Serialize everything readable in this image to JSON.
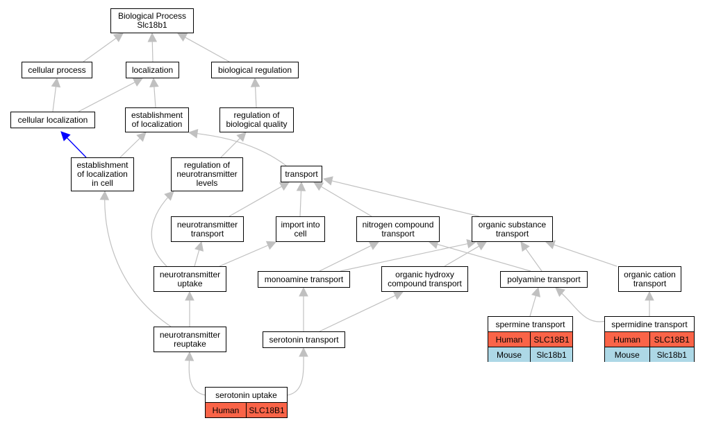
{
  "colors": {
    "edge": "#c0c0c0",
    "highlight_edge": "#0000ff",
    "human": "#fa6448",
    "mouse": "#add8e6"
  },
  "nodes": {
    "bp": [
      "Biological Process",
      "Slc18b1"
    ],
    "cellular_process": [
      "cellular process"
    ],
    "localization": [
      "localization"
    ],
    "biological_regulation": [
      "biological regulation"
    ],
    "cellular_localization": [
      "cellular localization"
    ],
    "establishment_of_localization": [
      "establishment",
      "of localization"
    ],
    "regulation_of_biological_quality": [
      "regulation of",
      "biological quality"
    ],
    "establishment_of_localization_in_cell": [
      "establishment",
      "of localization",
      "in cell"
    ],
    "regulation_of_neurotransmitter_levels": [
      "regulation of",
      "neurotransmitter",
      "levels"
    ],
    "transport": [
      "transport"
    ],
    "neurotransmitter_transport": [
      "neurotransmitter",
      "transport"
    ],
    "import_into_cell": [
      "import into",
      "cell"
    ],
    "nitrogen_compound_transport": [
      "nitrogen compound",
      "transport"
    ],
    "organic_substance_transport": [
      "organic substance",
      "transport"
    ],
    "neurotransmitter_uptake": [
      "neurotransmitter",
      "uptake"
    ],
    "monoamine_transport": [
      "monoamine transport"
    ],
    "organic_hydroxy_compound_transport": [
      "organic hydroxy",
      "compound transport"
    ],
    "polyamine_transport": [
      "polyamine transport"
    ],
    "organic_cation_transport": [
      "organic cation",
      "transport"
    ],
    "neurotransmitter_reuptake": [
      "neurotransmitter",
      "reuptake"
    ],
    "serotonin_transport": [
      "serotonin transport"
    ]
  },
  "gene_nodes": {
    "spermine_transport": {
      "title": "spermine transport",
      "rows": [
        [
          "Human",
          "SLC18B1"
        ],
        [
          "Mouse",
          "Slc18b1"
        ]
      ]
    },
    "spermidine_transport": {
      "title": "spermidine transport",
      "rows": [
        [
          "Human",
          "SLC18B1"
        ],
        [
          "Mouse",
          "Slc18b1"
        ]
      ]
    },
    "serotonin_uptake": {
      "title": "serotonin uptake",
      "rows": [
        [
          "Human",
          "SLC18B1"
        ]
      ]
    }
  },
  "edges": [
    {
      "from": "cellular_process",
      "to": "bp"
    },
    {
      "from": "localization",
      "to": "bp"
    },
    {
      "from": "biological_regulation",
      "to": "bp"
    },
    {
      "from": "cellular_localization",
      "to": "cellular_process"
    },
    {
      "from": "cellular_localization",
      "to": "localization"
    },
    {
      "from": "establishment_of_localization",
      "to": "localization"
    },
    {
      "from": "regulation_of_biological_quality",
      "to": "biological_regulation"
    },
    {
      "from": "establishment_of_localization_in_cell",
      "to": "cellular_localization",
      "highlight": true
    },
    {
      "from": "establishment_of_localization_in_cell",
      "to": "establishment_of_localization"
    },
    {
      "from": "regulation_of_neurotransmitter_levels",
      "to": "regulation_of_biological_quality"
    },
    {
      "from": "transport",
      "to": "establishment_of_localization"
    },
    {
      "from": "neurotransmitter_transport",
      "to": "transport"
    },
    {
      "from": "import_into_cell",
      "to": "transport"
    },
    {
      "from": "nitrogen_compound_transport",
      "to": "transport"
    },
    {
      "from": "organic_substance_transport",
      "to": "transport"
    },
    {
      "from": "neurotransmitter_uptake",
      "to": "regulation_of_neurotransmitter_levels"
    },
    {
      "from": "neurotransmitter_uptake",
      "to": "neurotransmitter_transport"
    },
    {
      "from": "neurotransmitter_uptake",
      "to": "import_into_cell"
    },
    {
      "from": "monoamine_transport",
      "to": "nitrogen_compound_transport"
    },
    {
      "from": "monoamine_transport",
      "to": "organic_substance_transport"
    },
    {
      "from": "organic_hydroxy_compound_transport",
      "to": "organic_substance_transport"
    },
    {
      "from": "polyamine_transport",
      "to": "nitrogen_compound_transport"
    },
    {
      "from": "polyamine_transport",
      "to": "organic_substance_transport"
    },
    {
      "from": "organic_cation_transport",
      "to": "organic_substance_transport"
    },
    {
      "from": "neurotransmitter_reuptake",
      "to": "neurotransmitter_uptake"
    },
    {
      "from": "neurotransmitter_reuptake",
      "to": "establishment_of_localization_in_cell"
    },
    {
      "from": "serotonin_transport",
      "to": "monoamine_transport"
    },
    {
      "from": "serotonin_transport",
      "to": "organic_hydroxy_compound_transport"
    },
    {
      "from": "spermine_transport",
      "to": "polyamine_transport"
    },
    {
      "from": "spermidine_transport",
      "to": "polyamine_transport"
    },
    {
      "from": "spermidine_transport",
      "to": "organic_cation_transport"
    },
    {
      "from": "serotonin_uptake",
      "to": "neurotransmitter_reuptake"
    },
    {
      "from": "serotonin_uptake",
      "to": "serotonin_transport"
    }
  ]
}
